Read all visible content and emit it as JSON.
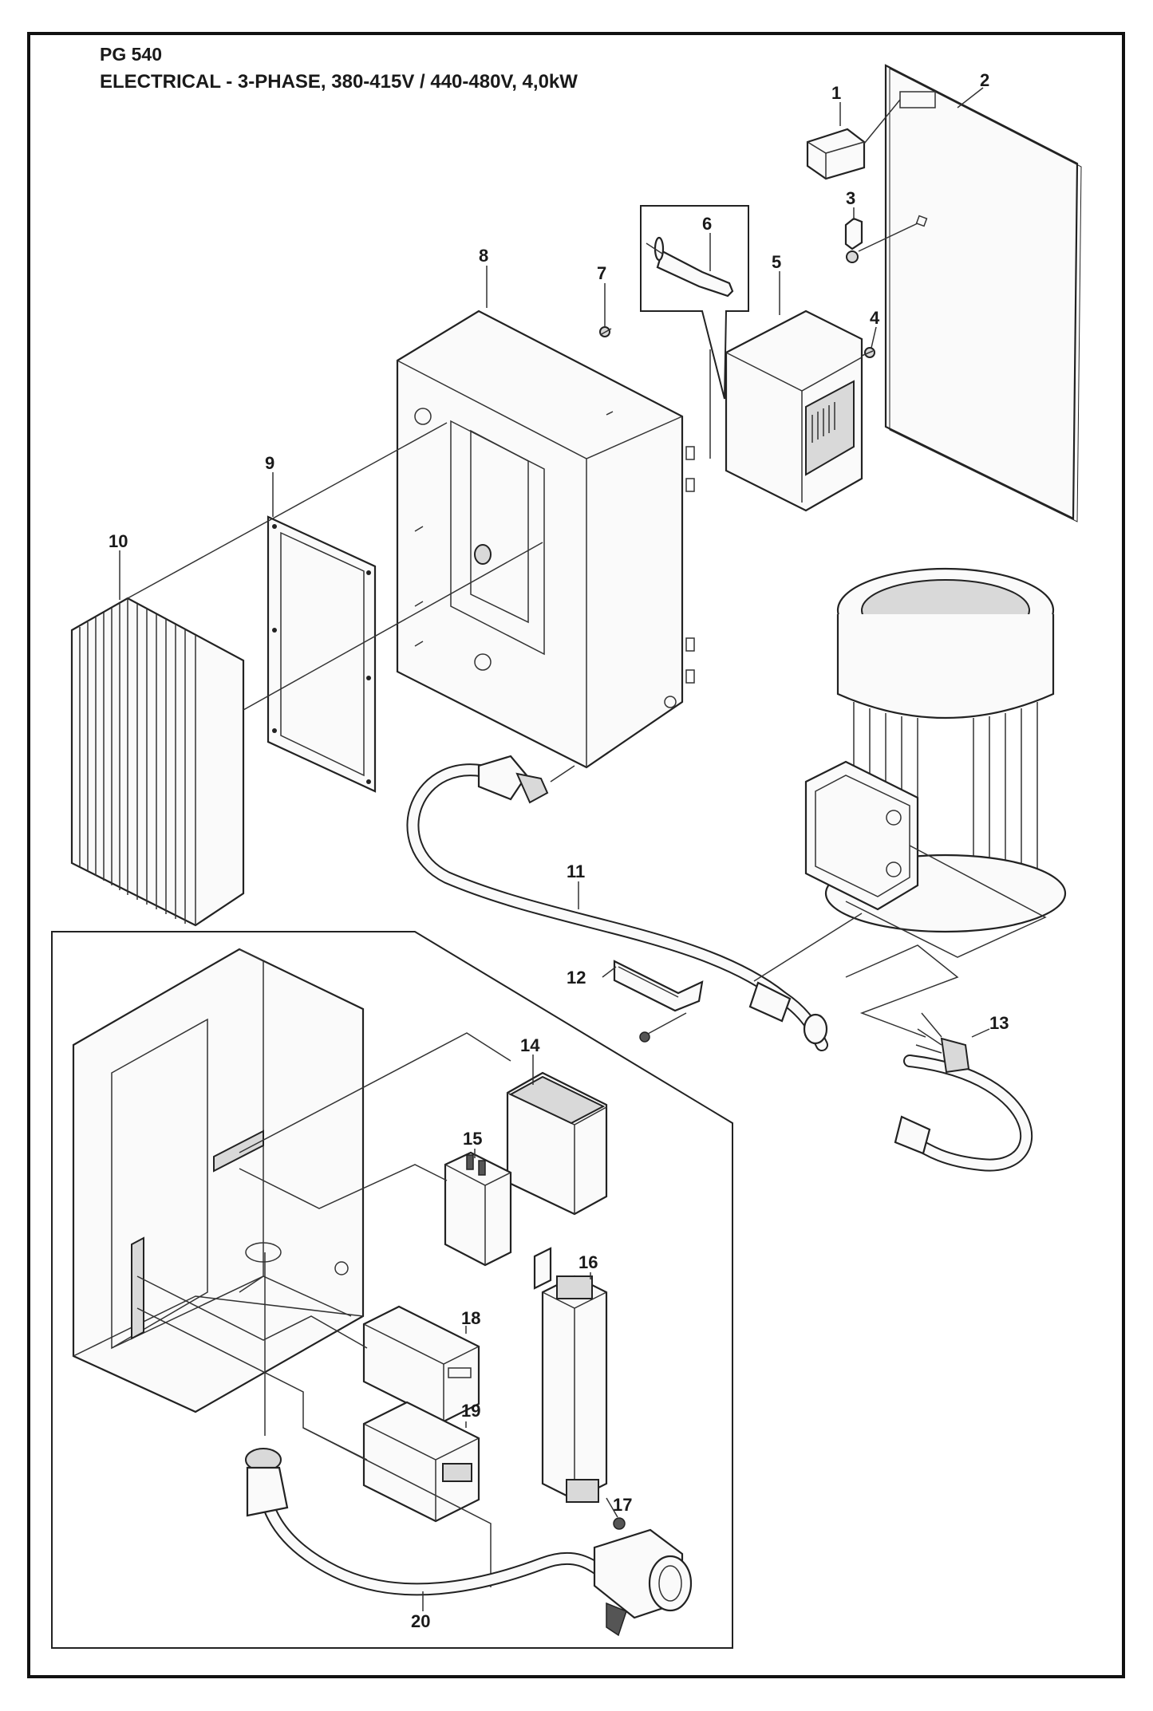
{
  "document": {
    "model": "PG 540",
    "subtitle": "ELECTRICAL - 3-PHASE, 380-415V / 440-480V, 4,0kW"
  },
  "callouts": [
    {
      "id": "1",
      "label": "1"
    },
    {
      "id": "2",
      "label": "2"
    },
    {
      "id": "3",
      "label": "3"
    },
    {
      "id": "4",
      "label": "4"
    },
    {
      "id": "5",
      "label": "5"
    },
    {
      "id": "6",
      "label": "6"
    },
    {
      "id": "7",
      "label": "7"
    },
    {
      "id": "8",
      "label": "8"
    },
    {
      "id": "9",
      "label": "9"
    },
    {
      "id": "10",
      "label": "10"
    },
    {
      "id": "11",
      "label": "11"
    },
    {
      "id": "12",
      "label": "12"
    },
    {
      "id": "13",
      "label": "13"
    },
    {
      "id": "14",
      "label": "14"
    },
    {
      "id": "15",
      "label": "15"
    },
    {
      "id": "16",
      "label": "16"
    },
    {
      "id": "17",
      "label": "17"
    },
    {
      "id": "18",
      "label": "18"
    },
    {
      "id": "19",
      "label": "19"
    },
    {
      "id": "20",
      "label": "20"
    }
  ]
}
